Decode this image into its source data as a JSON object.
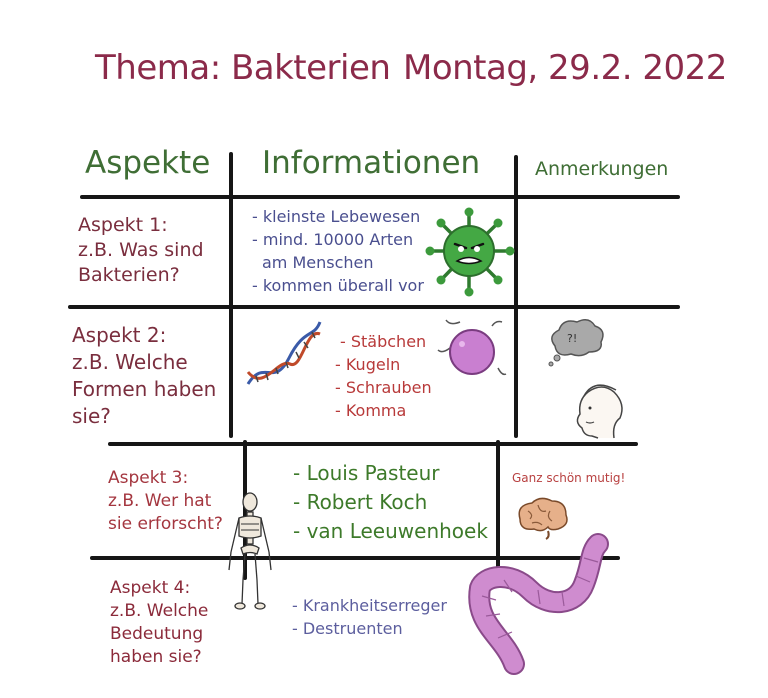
{
  "title": {
    "topic": "Thema: Bakterien",
    "date": "Montag, 29.2. 2022"
  },
  "headers": {
    "aspects": "Aspekte",
    "information": "Informationen",
    "notes": "Anmerkungen"
  },
  "rows": [
    {
      "aspect": [
        "Aspekt 1:",
        "z.B. Was sind",
        "Bakterien?"
      ],
      "info": [
        "- kleinste Lebewesen",
        "- mind. 10000 Arten",
        "am Menschen",
        "- kommen überall vor"
      ]
    },
    {
      "aspect": [
        "Aspekt 2:",
        "z.B. Welche",
        "Formen haben",
        "sie?"
      ],
      "info": [
        "- Stäbchen",
        "- Kugeln",
        "- Schrauben",
        "- Komma"
      ]
    },
    {
      "aspect": [
        "Aspekt 3:",
        "z.B. Wer hat",
        "sie erforscht?"
      ],
      "info": [
        "- Louis Pasteur",
        "- Robert Koch",
        "- van Leeuwenhoek"
      ],
      "note": "Ganz schön mutig!"
    },
    {
      "aspect": [
        "Aspekt 4:",
        "z.B. Welche",
        "Bedeutung",
        "haben sie?"
      ],
      "info": [
        "- Krankheitserreger",
        "- Destruenten"
      ]
    }
  ],
  "colors": {
    "title": "#8b2a4a",
    "header": "#3f6e35",
    "row1_info": "#4a4f8f",
    "row2_info": "#b83a3a",
    "row3_info": "#3d7a2a",
    "row4_info": "#5c5e9e",
    "note": "#b84040"
  },
  "icons": [
    "virus-icon",
    "dna-icon",
    "bacterium-icon",
    "thought-cloud-icon",
    "boy-head-icon",
    "brain-icon",
    "skeleton-icon",
    "worm-icon"
  ]
}
